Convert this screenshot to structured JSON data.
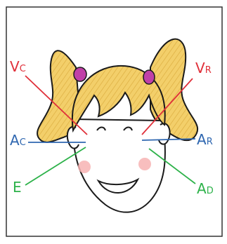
{
  "labels": {
    "vc": {
      "main": "V",
      "sub": "C"
    },
    "vr": {
      "main": "V",
      "sub": "R"
    },
    "ac": {
      "main": "A",
      "sub": "C"
    },
    "ar": {
      "main": "A",
      "sub": "R"
    },
    "e": {
      "main": "E",
      "sub": ""
    },
    "ad": {
      "main": "A",
      "sub": "D"
    }
  },
  "colors": {
    "vertical_lines": "#e0303a",
    "horizontal_lines": "#2f67b0",
    "diagonal_lines": "#2db24a",
    "hair": "#f0c65a",
    "hair_strokes": "#c99a2e",
    "bows": "#c040a8",
    "cheeks": "#f7b3b3",
    "outline": "#1a1a1a",
    "border": "#333333"
  }
}
